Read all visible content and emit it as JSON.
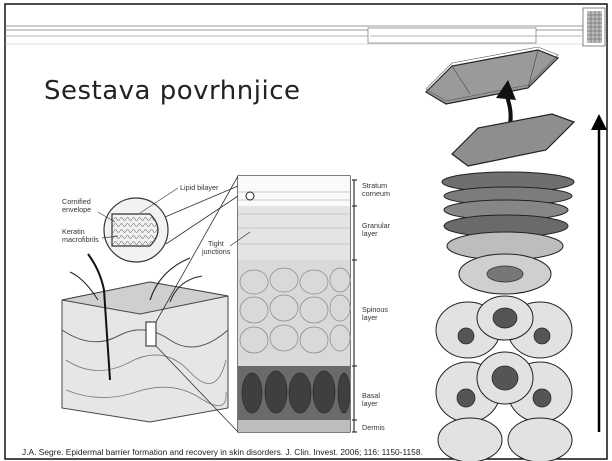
{
  "slide": {
    "title": "Sestava povrhnjice",
    "citation": "J.A. Segre. Epidermal barrier formation and recovery in skin disorders. J. Clin. Invest. 2006; 116: 1150-1158."
  },
  "figure_labels": {
    "lipid_bilayer": "Lipid bilayer",
    "cornified": "Cornified",
    "envelope": "envelope",
    "keratin": "Keratin",
    "macrofibrils": "macrofibrils",
    "tight": "Tight",
    "junctions": "junctions",
    "stratum": "Stratum",
    "corneum": "corneum",
    "granular": "Granular",
    "granular_layer": "layer",
    "spinous": "Spinous",
    "spinous_layer": "layer",
    "basal": "Basal",
    "basal_layer": "layer",
    "dermis": "Dermis"
  }
}
